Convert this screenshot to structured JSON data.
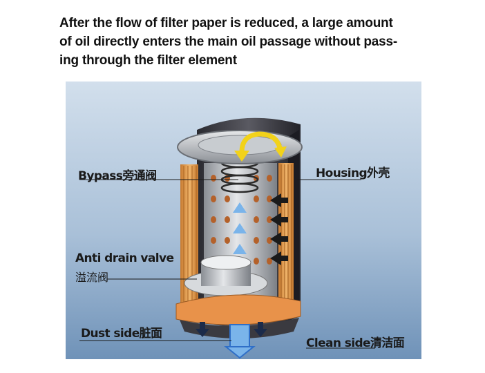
{
  "caption": {
    "line1": "After the flow of filter paper is reduced, a large amount",
    "line2": "of oil directly enters the main oil passage without pass-",
    "line3": "ing through the filter element"
  },
  "labels": {
    "bypass": "Bypass旁通阀",
    "housing": "Housing外壳",
    "anti_drain_en": "Anti drain valve",
    "anti_drain_cn": "溢流阀",
    "dust_side": "Dust side脏面",
    "clean_side": "Clean side清洁面"
  },
  "colors": {
    "background_top": "#c9d8e6",
    "background_bottom": "#7fa0c2",
    "filter_paper": "#e8a050",
    "housing": "#3b3b42",
    "arrow_blue": "#2f6fc8"
  }
}
